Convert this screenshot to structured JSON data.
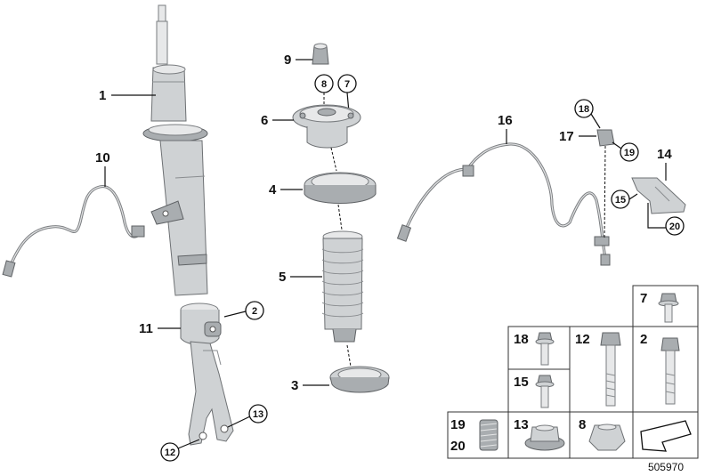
{
  "diagram": {
    "reference_number": "505970",
    "callouts": {
      "c1": "1",
      "c2": "2",
      "c3": "3",
      "c4": "4",
      "c5": "5",
      "c6": "6",
      "c7": "7",
      "c8": "8",
      "c9": "9",
      "c10": "10",
      "c11": "11",
      "c12": "12",
      "c13": "13",
      "c14": "14",
      "c15": "15",
      "c16": "16",
      "c17": "17",
      "c18": "18",
      "c19": "19",
      "c20": "20"
    },
    "hardware_table": {
      "cells": {
        "t7": "7",
        "t18": "18",
        "t12": "12",
        "t2": "2",
        "t15": "15",
        "t19": "19",
        "t20": "20",
        "t13": "13",
        "t8": "8"
      }
    }
  }
}
